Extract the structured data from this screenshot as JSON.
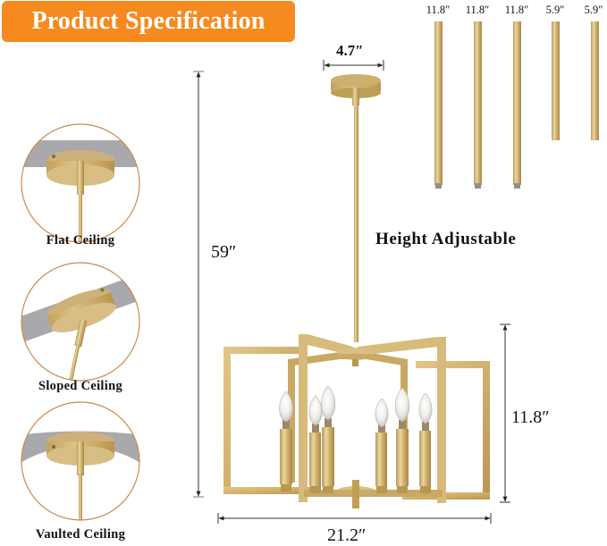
{
  "banner": {
    "title": "Product Specification",
    "background": "#F68A1E",
    "text_color": "#FFFFFF"
  },
  "extension_rods": [
    {
      "label": "11.8″",
      "length_in": 11.8
    },
    {
      "label": "11.8″",
      "length_in": 11.8
    },
    {
      "label": "11.8″",
      "length_in": 11.8
    },
    {
      "label": "5.9″",
      "length_in": 5.9
    },
    {
      "label": "5.9″",
      "length_in": 5.9
    }
  ],
  "mount_types": [
    {
      "label": "Flat  Ceiling",
      "icon": "flat-ceiling-mount-icon"
    },
    {
      "label": "Sloped Ceiling",
      "icon": "sloped-ceiling-mount-icon"
    },
    {
      "label": "Vaulted Ceiling",
      "icon": "vaulted-ceiling-mount-icon"
    }
  ],
  "dimensions": {
    "canopy_width": "4.7″",
    "overall_height": "59″",
    "fixture_height": "11.8″",
    "fixture_width": "21.2″"
  },
  "feature_text": "Height Adjustable",
  "colors": {
    "gold": "#D4B56A",
    "gold_dark": "#B8974A",
    "gold_light": "#E8D39A",
    "circle_border": "#C98A4A",
    "ceiling_gray": "#A9A9AD",
    "dimension_line": "#333333"
  }
}
